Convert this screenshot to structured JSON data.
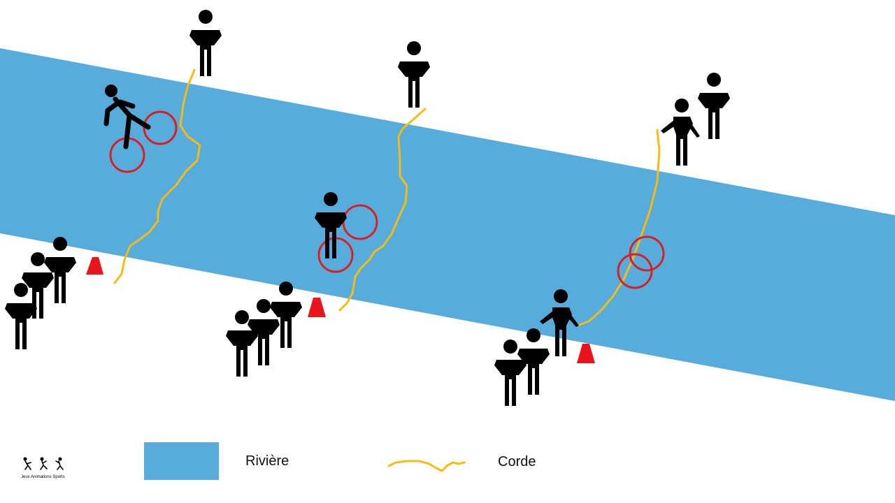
{
  "colors": {
    "river": "#58acdc",
    "rope": "#f5bc14",
    "hoop": "#d91f26",
    "cone": "#e8161c",
    "figure": "#000000",
    "background": "#ffffff"
  },
  "legend": {
    "river_label": "Rivière",
    "rope_label": "Corde"
  },
  "logo": {
    "text": "Jeux Animations Sports"
  },
  "icons": [
    "person-standing-icon",
    "person-falling-icon",
    "person-pointing-icon",
    "cone-icon",
    "hoop-icon",
    "rope-icon",
    "logo-icon"
  ]
}
